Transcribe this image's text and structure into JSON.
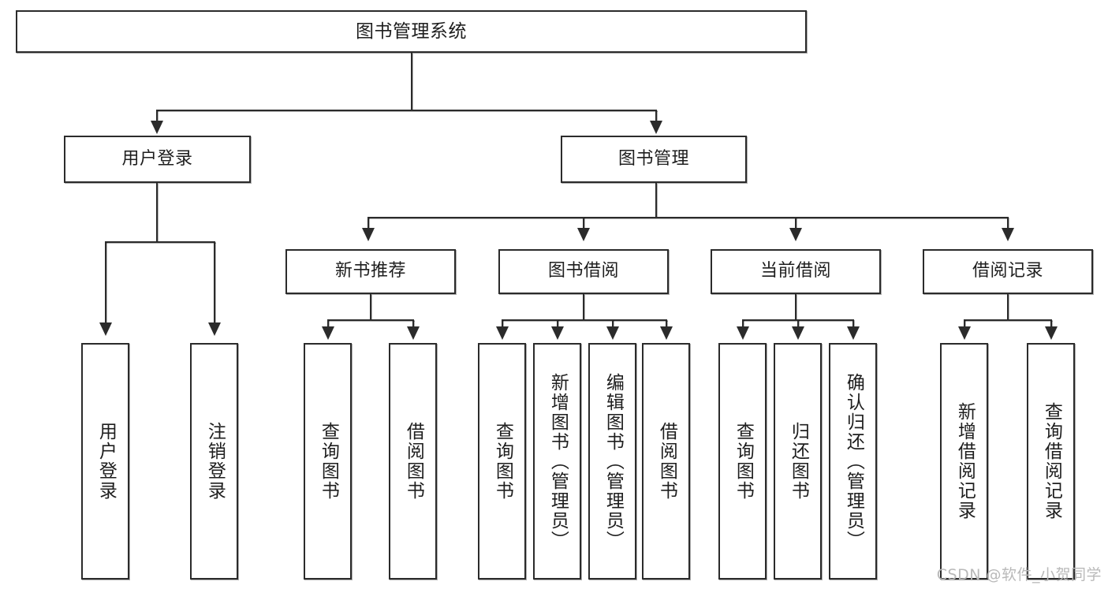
{
  "diagram": {
    "type": "tree-hierarchy",
    "title": "图书管理系统",
    "watermark": "CSDN @软件_小贺同学",
    "colors": {
      "stroke": "#2b2b2b",
      "fill": "#ffffff",
      "text": "#1e1e1e",
      "watermark": "#b9b9b9"
    },
    "levels": {
      "root": {
        "label": "图书管理系统"
      },
      "level2": [
        {
          "label": "用户登录"
        },
        {
          "label": "图书管理"
        }
      ],
      "level3": [
        {
          "label": "新书推荐"
        },
        {
          "label": "图书借阅"
        },
        {
          "label": "当前借阅"
        },
        {
          "label": "借阅记录"
        }
      ]
    },
    "leaves": {
      "user_login": [
        {
          "label": "用户登录"
        },
        {
          "label": "注销登录"
        }
      ],
      "new_book_recommend": [
        {
          "label": "查询图书"
        },
        {
          "label": "借阅图书"
        }
      ],
      "book_borrow": [
        {
          "label": "查询图书"
        },
        {
          "label": "新增图书（管理员）"
        },
        {
          "label": "编辑图书（管理员）"
        },
        {
          "label": "借阅图书"
        }
      ],
      "current_borrow": [
        {
          "label": "查询图书"
        },
        {
          "label": "归还图书"
        },
        {
          "label": "确认归还（管理员）"
        }
      ],
      "borrow_record": [
        {
          "label": "新增借阅记录"
        },
        {
          "label": "查询借阅记录"
        }
      ]
    }
  }
}
